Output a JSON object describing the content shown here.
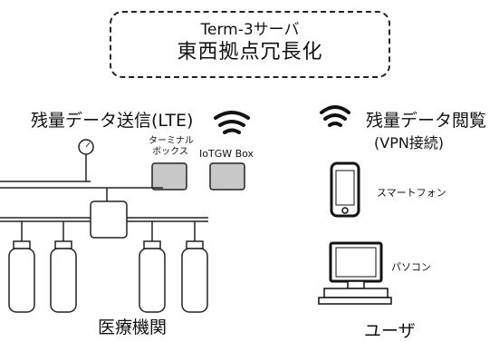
{
  "server": {
    "line1": "Term-3サーバ",
    "line2": "東西拠点冗長化"
  },
  "hospital_side": {
    "send_label": "残量データ送信(LTE)",
    "terminal_box_line1": "ターミナル",
    "terminal_box_line2": "ボックス",
    "iotgw_label": "IoTGW Box",
    "site_label": "医療機関"
  },
  "user_side": {
    "view_label_line1": "残量データ閲覧",
    "view_label_line2": "(VPN接続)",
    "smartphone_label": "スマートフォン",
    "pc_label": "パソコン",
    "site_label": "ユーザ"
  },
  "icons": [
    "wifi-signal-icon",
    "wifi-signal-icon",
    "pressure-gauge-icon",
    "smartphone-icon",
    "desktop-pc-icon",
    "gas-cylinder-icon"
  ]
}
